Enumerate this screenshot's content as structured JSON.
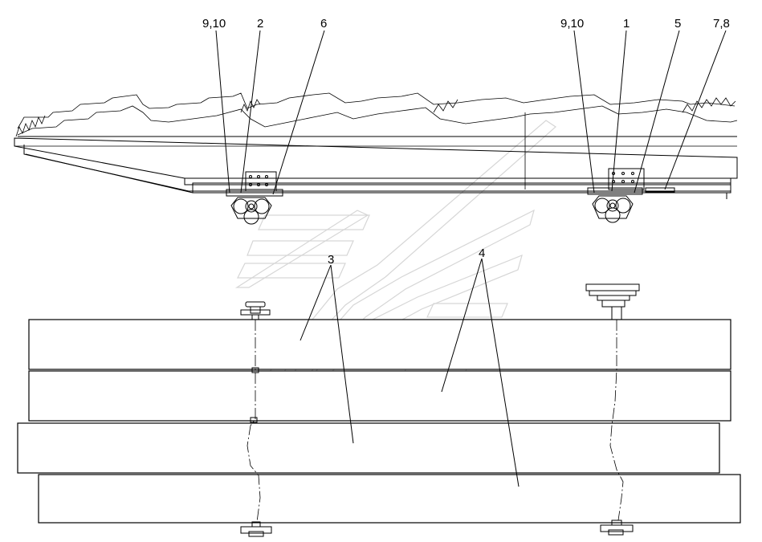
{
  "drawing": {
    "callouts": {
      "c910_left": "9,10",
      "c2": "2",
      "c6": "6",
      "c910_right": "9,10",
      "c1": "1",
      "c5": "5",
      "c78": "7,8",
      "c3": "3",
      "c4": "4"
    }
  }
}
